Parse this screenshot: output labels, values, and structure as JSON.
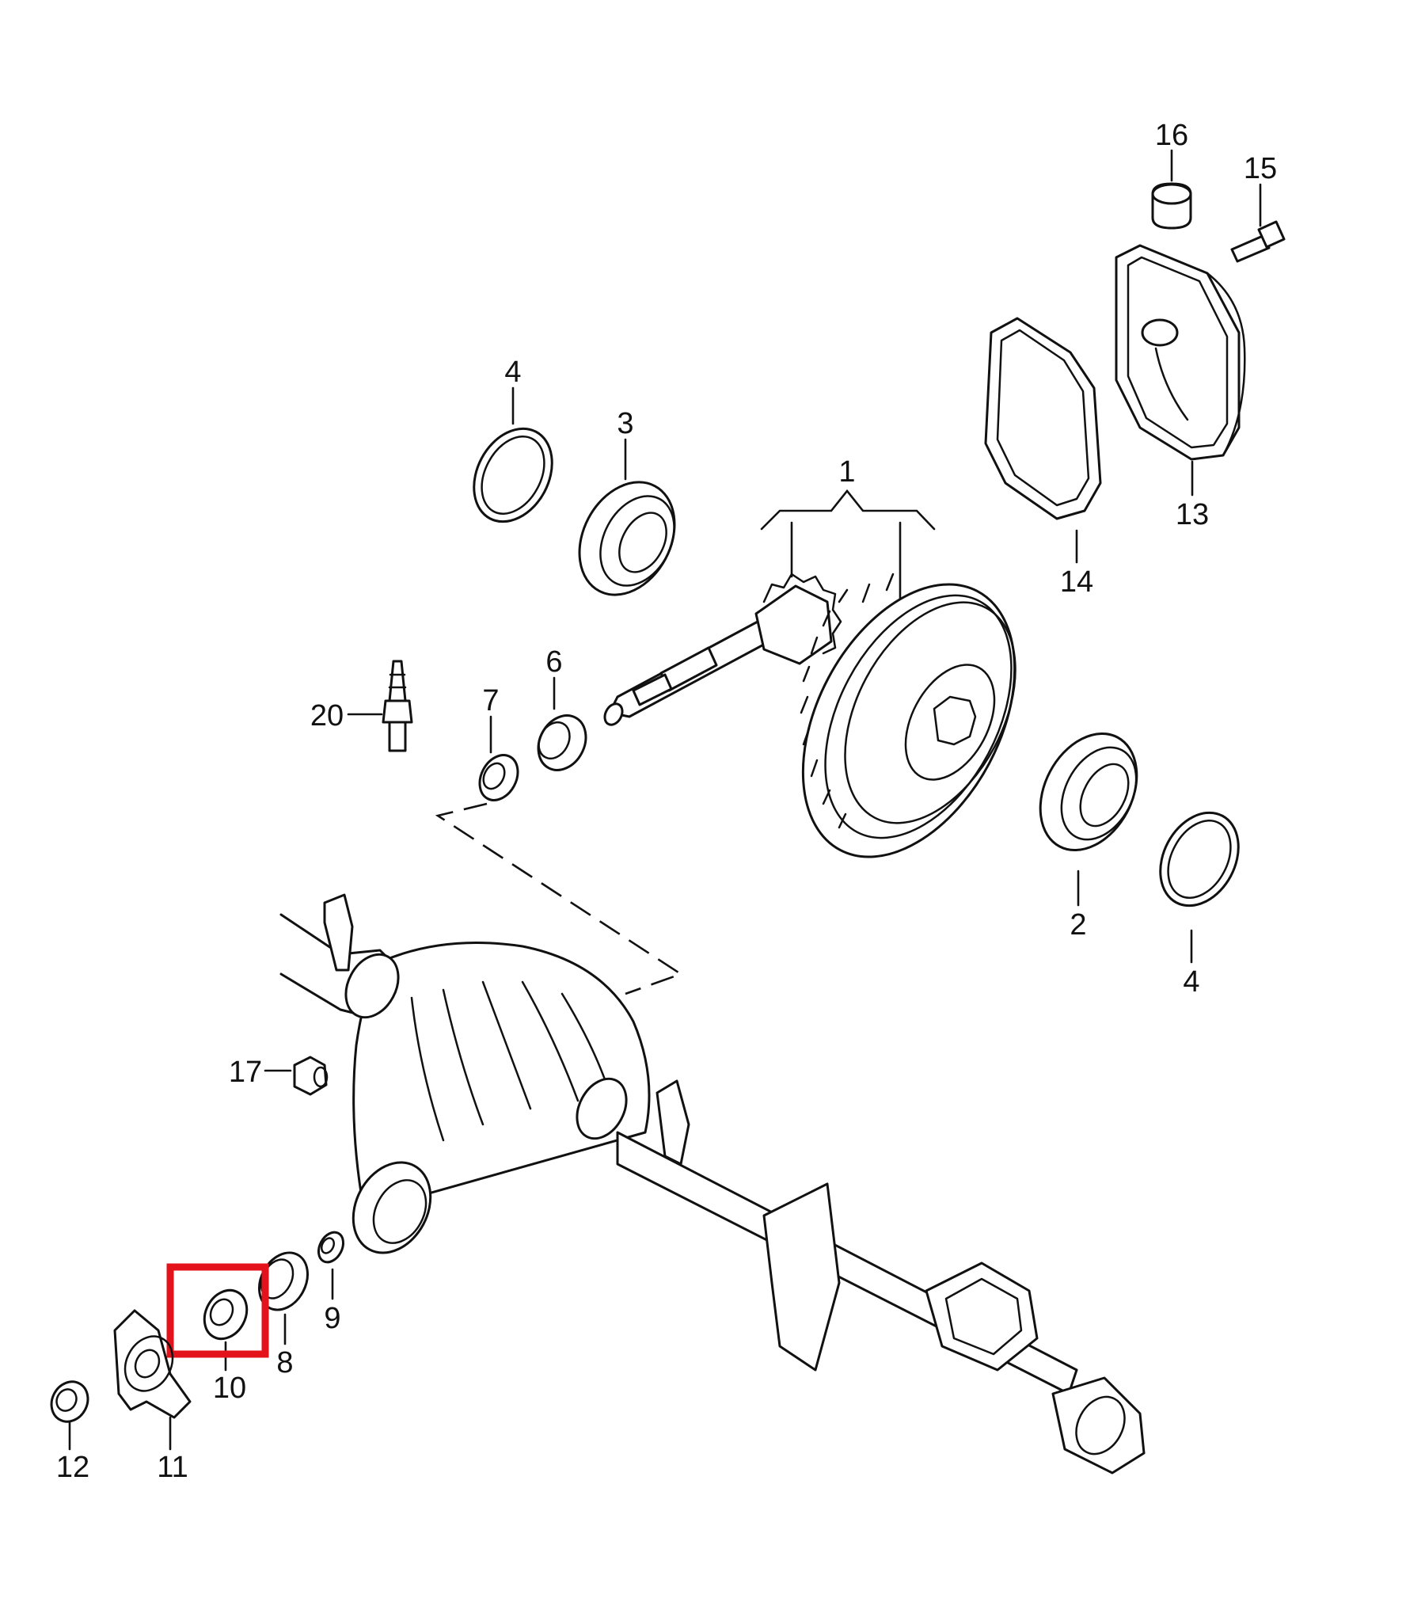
{
  "callouts": {
    "c1": "1",
    "c2": "2",
    "c3": "3",
    "c4a": "4",
    "c4b": "4",
    "c6": "6",
    "c7": "7",
    "c8": "8",
    "c9": "9",
    "c10": "10",
    "c11": "11",
    "c12": "12",
    "c13": "13",
    "c14": "14",
    "c15": "15",
    "c16": "16",
    "c17": "17",
    "c20": "20"
  },
  "highlight": {
    "part": "10",
    "color": "#e3121b"
  }
}
